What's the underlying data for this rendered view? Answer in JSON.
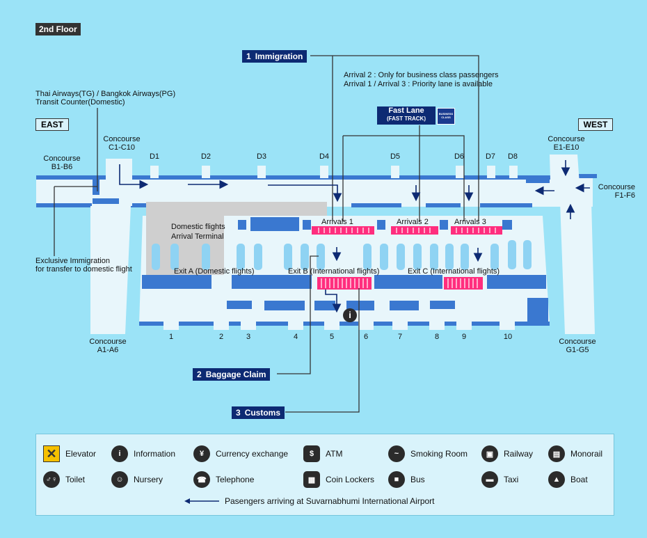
{
  "floor_label": "2nd Floor",
  "directions": {
    "east": "EAST",
    "west": "WEST"
  },
  "steps": {
    "immigration": {
      "num": "1",
      "label": "Immigration"
    },
    "baggage": {
      "num": "2",
      "label": "Baggage Claim"
    },
    "customs": {
      "num": "3",
      "label": "Customs"
    }
  },
  "note": {
    "line1": "Arrival 2 : Only for business class passengers",
    "line2": "Arrival 1 / Arrival 3 : Priority lane is available"
  },
  "fast_lane": {
    "title": "Fast Lane",
    "subtitle": "(FAST TRACK)",
    "badge": "BUSINESS CLASS"
  },
  "transit_counter": {
    "line1": "Thai Airways(TG) / Bangkok Airways(PG)",
    "line2": "Transit Counter(Domestic)"
  },
  "exclusive_immigration": {
    "line1": "Exclusive Immigration",
    "line2": "for transfer to domestic flight"
  },
  "domestic_terminal": {
    "line1": "Domestic flights",
    "line2": "Arrival Terminal"
  },
  "concourses": {
    "b": {
      "line1": "Concourse",
      "line2": "B1-B6"
    },
    "c": {
      "line1": "Concourse",
      "line2": "C1-C10"
    },
    "e": {
      "line1": "Concourse",
      "line2": "E1-E10"
    },
    "f": {
      "line1": "Concourse",
      "line2": "F1-F6"
    },
    "a": {
      "line1": "Concourse",
      "line2": "A1-A6"
    },
    "g": {
      "line1": "Concourse",
      "line2": "G1-G5"
    }
  },
  "gates": {
    "d1": "D1",
    "d2": "D2",
    "d3": "D3",
    "d4": "D4",
    "d5": "D5",
    "d6": "D6",
    "d7": "D7",
    "d8": "D8"
  },
  "arrivals": {
    "a1": "Arrivals 1",
    "a2": "Arrivals 2",
    "a3": "Arrivals 3"
  },
  "exits": {
    "a": "Exit A (Domestic flights)",
    "b": "Exit B (International flights)",
    "c": "Exit C (International flights)"
  },
  "doors": {
    "d1": "1",
    "d2": "2",
    "d3": "3",
    "d4": "4",
    "d5": "5",
    "d6": "6",
    "d7": "7",
    "d8": "8",
    "d9": "9",
    "d10": "10"
  },
  "info_glyph": "i",
  "legend": {
    "elevator": "Elevator",
    "information": "Information",
    "currency": "Currency exchange",
    "atm": "ATM",
    "smoking": "Smoking Room",
    "railway": "Railway",
    "monorail": "Monorail",
    "toilet": "Toilet",
    "nursery": "Nursery",
    "telephone": "Telephone",
    "coin_lockers": "Coin Lockers",
    "bus": "Bus",
    "taxi": "Taxi",
    "boat": "Boat",
    "route": "Pasengers arriving at Suvarnabhumi International Airport"
  },
  "icons": {
    "elevator": "elevator-icon",
    "information": "information-icon",
    "currency": "currency-exchange-icon",
    "atm": "atm-icon",
    "smoking": "smoking-room-icon",
    "railway": "railway-icon",
    "monorail": "monorail-icon",
    "toilet": "toilet-icon",
    "nursery": "nursery-icon",
    "telephone": "telephone-icon",
    "coin_lockers": "coin-lockers-icon",
    "bus": "bus-icon",
    "taxi": "taxi-icon",
    "boat": "boat-icon"
  },
  "colors": {
    "background": "#9be3f7",
    "building": "#e8f6fb",
    "wall": "#3a78d0",
    "domestic": "#cfcfcf",
    "counters": "#ff2e7e",
    "route": "#0d2a73",
    "legend_bg": "#d9f3fb"
  }
}
